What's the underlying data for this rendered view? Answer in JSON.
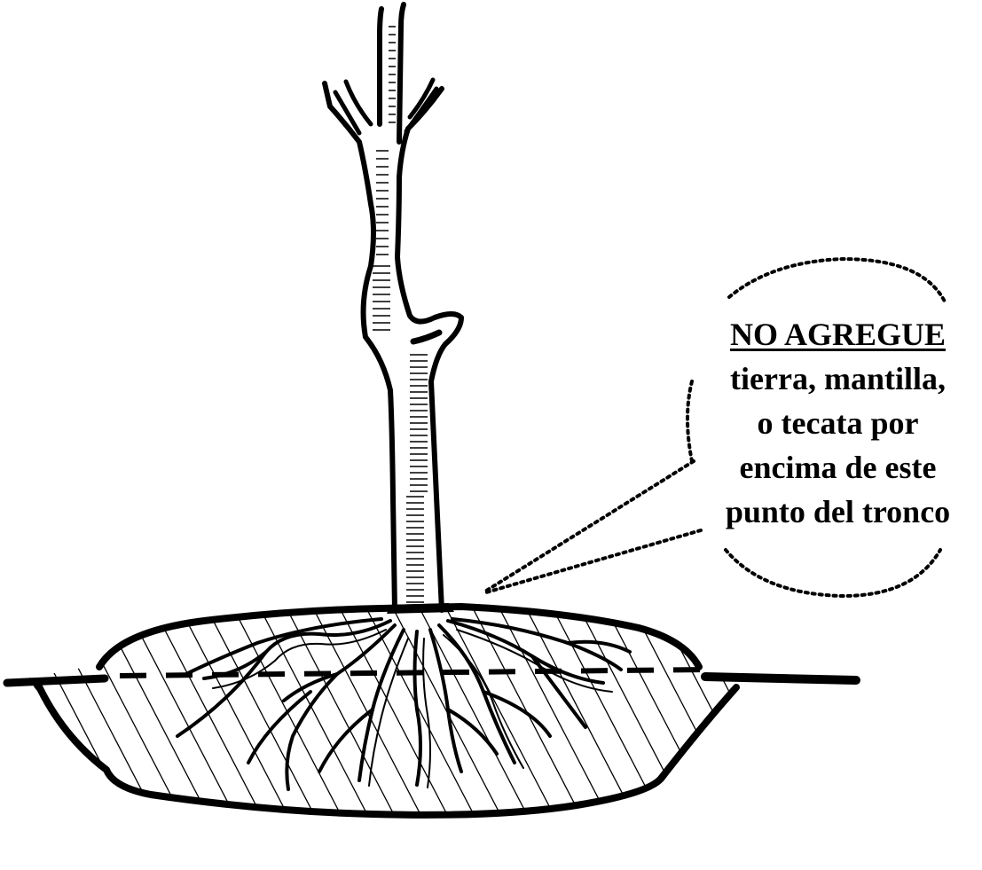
{
  "callout": {
    "heading": "NO AGREGUE",
    "lines": [
      "tierra, mantilla,",
      "o tecata por",
      "encima de este",
      "punto del tronco"
    ]
  },
  "colors": {
    "ink": "#000000",
    "paper": "#ffffff"
  }
}
